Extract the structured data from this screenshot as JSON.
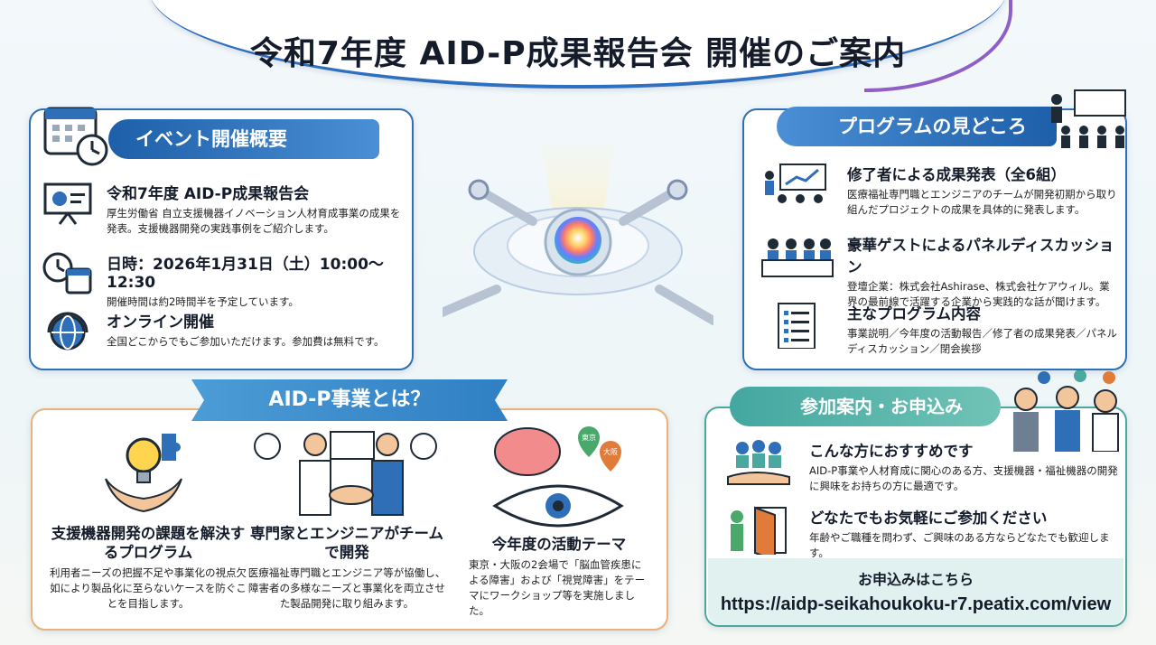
{
  "title": "令和7年度 AID-P成果報告会 開催のご案内",
  "event": {
    "header": "イベント開催概要",
    "items": [
      {
        "title": "令和7年度 AID-P成果報告会",
        "desc": "厚生労働省 自立支援機器イノベーション人材育成事業の成果を発表。支援機器開発の実践事例をご紹介します。",
        "icon": "presentation-board-icon"
      },
      {
        "title": "日時：2026年1月31日（土）10:00〜12:30",
        "desc": "開催時間は約2時間半を予定しています。",
        "icon": "clock-calendar-icon"
      },
      {
        "title": "オンライン開催",
        "desc": "全国どこからでもご参加いただけます。参加費は無料です。",
        "icon": "globe-headset-icon"
      }
    ]
  },
  "program": {
    "header": "プログラムの見どころ",
    "items": [
      {
        "title": "修了者による成果発表（全6組）",
        "desc": "医療福祉専門職とエンジニアのチームが開発初期から取り組んだプロジェクトの成果を具体的に発表します。",
        "icon": "presentation-audience-icon"
      },
      {
        "title": "豪華ゲストによるパネルディスカッション",
        "desc": "登壇企業：株式会社Ashirase、株式会社ケアウィル。業界の最前線で活躍する企業から実践的な話が聞けます。",
        "icon": "panel-discussion-icon"
      },
      {
        "title": "主なプログラム内容",
        "desc": "事業説明／今年度の活動報告／修了者の成果発表／パネルディスカッション／閉会挨拶",
        "icon": "checklist-icon"
      }
    ]
  },
  "aidp": {
    "header": "AID-P事業とは？",
    "columns": [
      {
        "title": "支援機器開発の課題を解決するプログラム",
        "desc": "利用者ニーズの把握不足や事業化の視点欠如により製品化に至らないケースを防ぐことを目指します。",
        "icon": "lightbulb-hands-icon"
      },
      {
        "title": "専門家とエンジニアがチームで開発",
        "desc": "医療福祉専門職とエンジニア等が協働し、障害者の多様なニーズと事業化を両立させた製品開発に取り組みます。",
        "icon": "handshake-team-icon"
      },
      {
        "title": "今年度の活動テーマ",
        "desc": "東京・大阪の2会場で「脳血管疾患による障害」および「視覚障害」をテーマにワークショップ等を実施しました。",
        "icon": "brain-eye-icon",
        "pins": [
          "東京",
          "大阪"
        ]
      }
    ]
  },
  "apply": {
    "header": "参加案内・お申込み",
    "items": [
      {
        "title": "こんな方におすすめです",
        "desc": "AID-P事業や人材育成に関心のある方、支援機器・福祉機器の開発に興味をお持ちの方に最適です。",
        "icon": "people-hand-icon"
      },
      {
        "title": "どなたでもお気軽にご参加ください",
        "desc": "年齢やご職種を問わず、ご興味のある方ならどなたでも歓迎します。",
        "icon": "open-door-icon"
      }
    ],
    "cta_label": "お申込みはこちら",
    "url": "https://aidp-seikahoukoku-r7.peatix.com/view"
  },
  "colors": {
    "blue": "#2e6fb8",
    "orange": "#e9b278",
    "teal": "#4aa8a0"
  }
}
